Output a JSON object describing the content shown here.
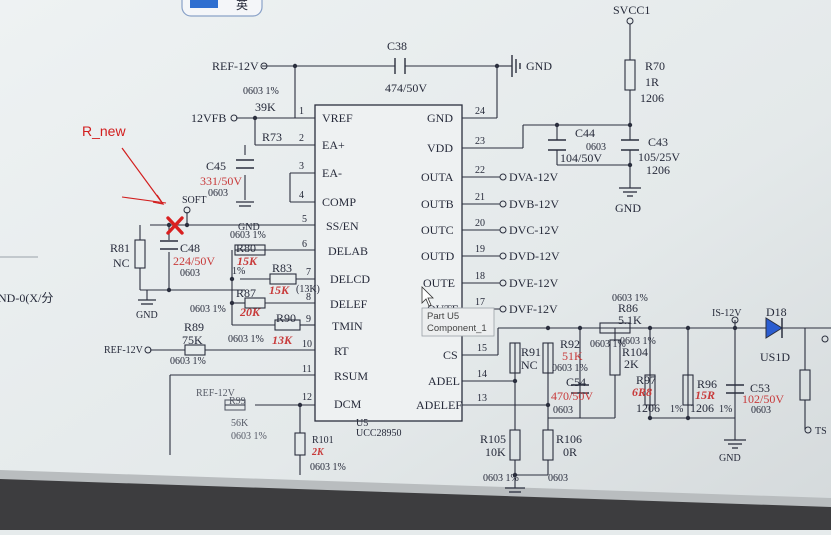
{
  "top_badge": "英",
  "annotation": {
    "label": "R_new"
  },
  "tooltip": {
    "line1": "Part U5",
    "line2": "Component_1"
  },
  "left_fragment": "ND-0(X/分",
  "chip": {
    "ref": "U5",
    "part": "UCC28950"
  },
  "left_pins": [
    {
      "num": "1",
      "name": "VREF"
    },
    {
      "num": "2",
      "name": "EA+"
    },
    {
      "num": "3",
      "name": "EA-"
    },
    {
      "num": "4",
      "name": "COMP"
    },
    {
      "num": "5",
      "name": "SS/EN"
    },
    {
      "num": "6",
      "name": "DELAB"
    },
    {
      "num": "7",
      "name": "DELCD"
    },
    {
      "num": "8",
      "name": "DELEF"
    },
    {
      "num": "9",
      "name": "TMIN"
    },
    {
      "num": "10",
      "name": "RT"
    },
    {
      "num": "11",
      "name": "RSUM"
    },
    {
      "num": "12",
      "name": "DCM"
    }
  ],
  "right_pins": [
    {
      "num": "24",
      "name": "GND"
    },
    {
      "num": "23",
      "name": "VDD"
    },
    {
      "num": "22",
      "name": "OUTA",
      "net": "DVA-12V"
    },
    {
      "num": "21",
      "name": "OUTB",
      "net": "DVB-12V"
    },
    {
      "num": "20",
      "name": "OUTC",
      "net": "DVC-12V"
    },
    {
      "num": "19",
      "name": "OUTD",
      "net": "DVD-12V"
    },
    {
      "num": "18",
      "name": "OUTE",
      "net": "DVE-12V"
    },
    {
      "num": "17",
      "name": "OUTF",
      "net": "DVF-12V"
    },
    {
      "num": "15",
      "name": "CS"
    },
    {
      "num": "14",
      "name": "ADEL"
    },
    {
      "num": "13",
      "name": "ADELEF"
    }
  ],
  "nets": {
    "ref12v": "REF-12V",
    "gnd": "GND",
    "svcc1": "SVCC1",
    "fb12v": "12VFB",
    "soft": "SOFT",
    "is12v": "IS-12V",
    "ts": "TS"
  },
  "parts": {
    "c38": {
      "ref": "C38",
      "val": "474/50V"
    },
    "r70": {
      "ref": "R70",
      "val": "1R",
      "pkg": "1206"
    },
    "c44": {
      "ref": "C44",
      "pkg": "0603",
      "val": "104/50V"
    },
    "c43": {
      "ref": "C43",
      "val": "105/25V",
      "pkg": "1206"
    },
    "r39k": {
      "pkg": "0603 1%",
      "val": "39K"
    },
    "r73": {
      "ref": "R73"
    },
    "c45": {
      "ref": "C45",
      "val": "331/50V",
      "pkg": "0603"
    },
    "r81": {
      "ref": "R81",
      "val": "NC"
    },
    "c48": {
      "ref": "C48",
      "val": "224/50V",
      "pkg": "0603"
    },
    "r80": {
      "pkg": "0603 1%",
      "ref": "R80",
      "val": "15K"
    },
    "r83": {
      "ref": "R83",
      "val": "15K",
      "alt": "(13K)"
    },
    "r87": {
      "ref": "R87",
      "val": "20K",
      "pkg1": "0603 1%",
      "pkg2": "1%"
    },
    "r90": {
      "ref": "R90",
      "val": "13K",
      "pkg": "0603 1%"
    },
    "r89": {
      "ref": "R89",
      "val": "75K",
      "pkg": "0603 1%"
    },
    "r99": {
      "ref": "R99",
      "val": "56K",
      "pkg": "0603 1%"
    },
    "r101": {
      "ref": "R101",
      "val": "2K",
      "pkg": "0603 1%"
    },
    "r91": {
      "ref": "R91",
      "val": "NC"
    },
    "r92": {
      "ref": "R92",
      "val": "51K",
      "pkg": "0603 1%"
    },
    "c54": {
      "ref": "C54",
      "val": "470/50V",
      "pkg": "0603"
    },
    "r105": {
      "ref": "R105",
      "val": "10K",
      "pkg": "0603 1%"
    },
    "r106": {
      "ref": "R106",
      "val": "0R",
      "pkg": "0603"
    },
    "r86": {
      "ref": "R86",
      "val": "5.1K",
      "pkg": "0603 1%"
    },
    "r104": {
      "ref": "R104",
      "val": "2K",
      "pkg": "0603 1%"
    },
    "r97": {
      "ref": "R97",
      "val": "6R8",
      "pkg": "1206",
      "tol": "1%"
    },
    "r96": {
      "ref": "R96",
      "val": "15R",
      "pkg": "1206",
      "tol": "1%"
    },
    "c53": {
      "ref": "C53",
      "val": "102/50V",
      "pkg": "0603"
    },
    "d18": {
      "ref": "D18",
      "part": "US1D"
    }
  }
}
